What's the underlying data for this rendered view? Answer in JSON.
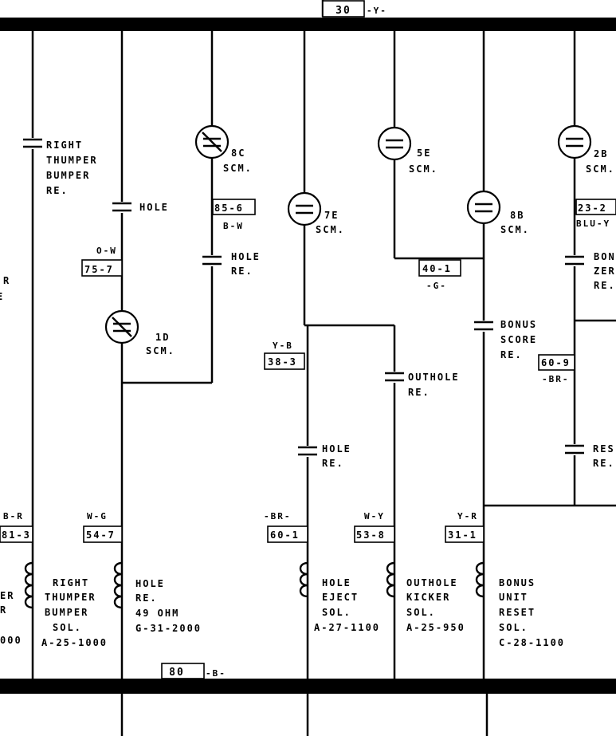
{
  "rails": {
    "top_box": "30",
    "top_color": "-Y-",
    "bottom_box": "80",
    "bottom_color": "-B-"
  },
  "labels": {
    "right_thumper_re": [
      "RIGHT",
      "THUMPER",
      "BUMPER",
      "RE."
    ],
    "hole_re_1": [
      "HOLE"
    ],
    "scm_8c": [
      "8C",
      "SCM."
    ],
    "conn_85_6": "85-6",
    "wire_b_w": "B-W",
    "hole_re_2": [
      "HOLE",
      "RE."
    ],
    "wire_o_w": "O-W",
    "conn_75_7": "75-7",
    "scm_1d": [
      "1D",
      "SCM."
    ],
    "scm_7e": [
      "7E",
      "SCM."
    ],
    "scm_5e": [
      "5E",
      "SCM."
    ],
    "scm_8b": [
      "8B",
      "SCM."
    ],
    "scm_2b": [
      "2B",
      "SCM."
    ],
    "conn_40_1": "40-1",
    "wire_g": "-G-",
    "conn_23_2": "23-2",
    "wire_blu_y": "BLU-Y",
    "bonus_zero_re": [
      "BON",
      "ZER",
      "RE."
    ],
    "bonus_score_re": [
      "BONUS",
      "SCORE",
      "RE."
    ],
    "conn_60_9": "60-9",
    "wire_br_right": "-BR-",
    "wire_y_b": "Y-B",
    "conn_38_3": "38-3",
    "outhole_re": [
      "OUTHOLE",
      "RE."
    ],
    "hole_re_3": [
      "HOLE",
      "RE."
    ],
    "reset_re": [
      "RES",
      "RE."
    ],
    "left_edge_r": [
      "R",
      "E"
    ],
    "wire_b_r": "B-R",
    "conn_81_3": "81-3",
    "wire_w_g": "W-G",
    "conn_54_7": "54-7",
    "wire_br_mid": "-BR-",
    "conn_60_1": "60-1",
    "wire_w_y": "W-Y",
    "conn_53_8": "53-8",
    "wire_y_r": "Y-R",
    "conn_31_1": "31-1",
    "left_sol": [
      "ER",
      "R",
      "",
      "000"
    ],
    "right_thumper_sol": [
      "RIGHT",
      "THUMPER",
      "BUMPER",
      "SOL.",
      "A-25-1000"
    ],
    "hole_sol": [
      "HOLE",
      "RE.",
      "49 OHM",
      "G-31-2000"
    ],
    "hole_eject_sol": [
      "HOLE",
      "EJECT",
      "SOL.",
      "A-27-1100"
    ],
    "outhole_kicker_sol": [
      "OUTHOLE",
      "KICKER",
      "SOL.",
      "A-25-950"
    ],
    "bonus_unit_reset_sol": [
      "BONUS",
      "UNIT",
      "RESET",
      "SOL.",
      "C-28-1100"
    ]
  }
}
